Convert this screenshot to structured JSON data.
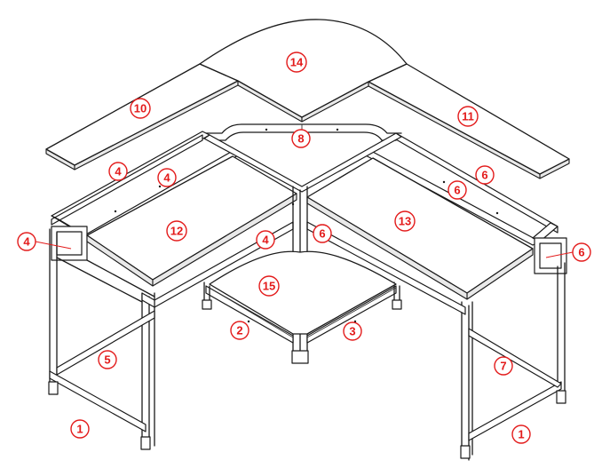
{
  "accent_color": "#e31b1b",
  "callouts": [
    {
      "id": "c1a",
      "label": "1"
    },
    {
      "id": "c1b",
      "label": "1"
    },
    {
      "id": "c2",
      "label": "2"
    },
    {
      "id": "c3",
      "label": "3"
    },
    {
      "id": "c4a",
      "label": "4"
    },
    {
      "id": "c4b",
      "label": "4"
    },
    {
      "id": "c4c",
      "label": "4"
    },
    {
      "id": "c4d",
      "label": "4"
    },
    {
      "id": "c5",
      "label": "5"
    },
    {
      "id": "c6a",
      "label": "6"
    },
    {
      "id": "c6b",
      "label": "6"
    },
    {
      "id": "c6c",
      "label": "6"
    },
    {
      "id": "c6d",
      "label": "6"
    },
    {
      "id": "c7",
      "label": "7"
    },
    {
      "id": "c8",
      "label": "8"
    },
    {
      "id": "c10",
      "label": "10"
    },
    {
      "id": "c11",
      "label": "11"
    },
    {
      "id": "c12",
      "label": "12"
    },
    {
      "id": "c13",
      "label": "13"
    },
    {
      "id": "c14",
      "label": "14"
    },
    {
      "id": "c15",
      "label": "15"
    }
  ]
}
